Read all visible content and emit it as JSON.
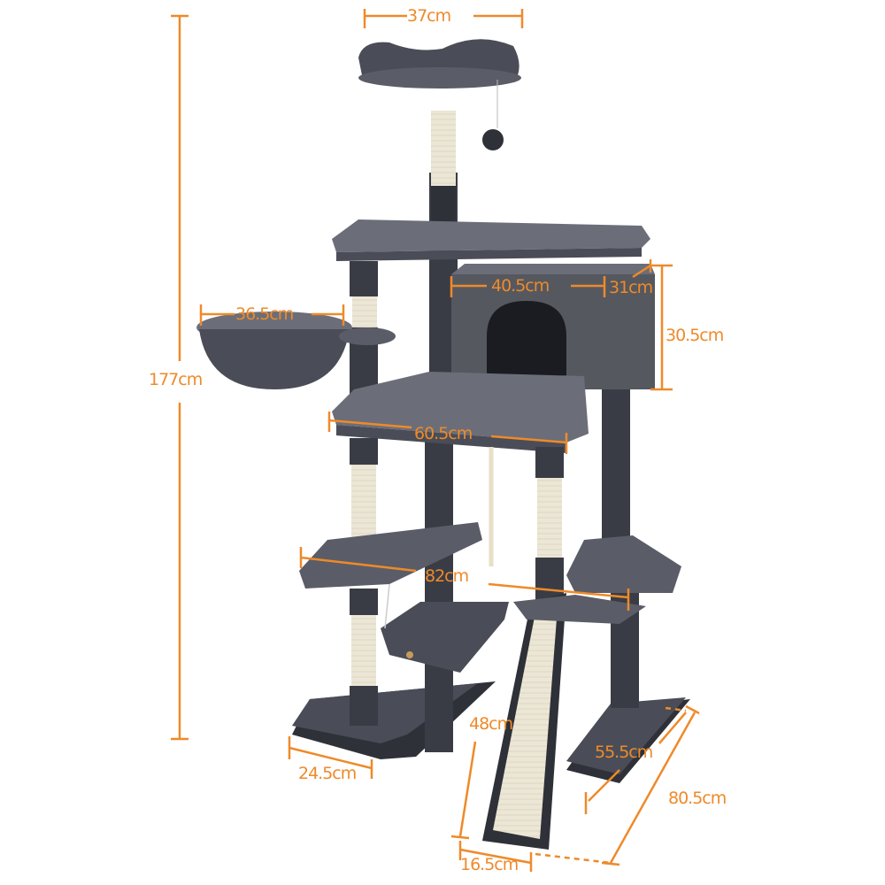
{
  "product": "Multi-level cat tree with scratching posts",
  "colors": {
    "dimension_line": "#ee8a2a",
    "plush": "#4a4d57",
    "plush_dark": "#2f3139",
    "plush_light": "#6b6e78",
    "sisal": "#ece6d6",
    "background": "#ffffff"
  },
  "dimensions": {
    "total_height": "177cm",
    "top_perch_width": "37cm",
    "condo_width": "40.5cm",
    "condo_depth": "31cm",
    "condo_height": "30.5cm",
    "basket_diameter": "36.5cm",
    "middle_platform_width": "60.5cm",
    "lower_span_width": "82cm",
    "ramp_length": "48cm",
    "base_left_width": "24.5cm",
    "ramp_width": "16.5cm",
    "base_right_depth": "55.5cm",
    "base_total_depth": "80.5cm"
  }
}
